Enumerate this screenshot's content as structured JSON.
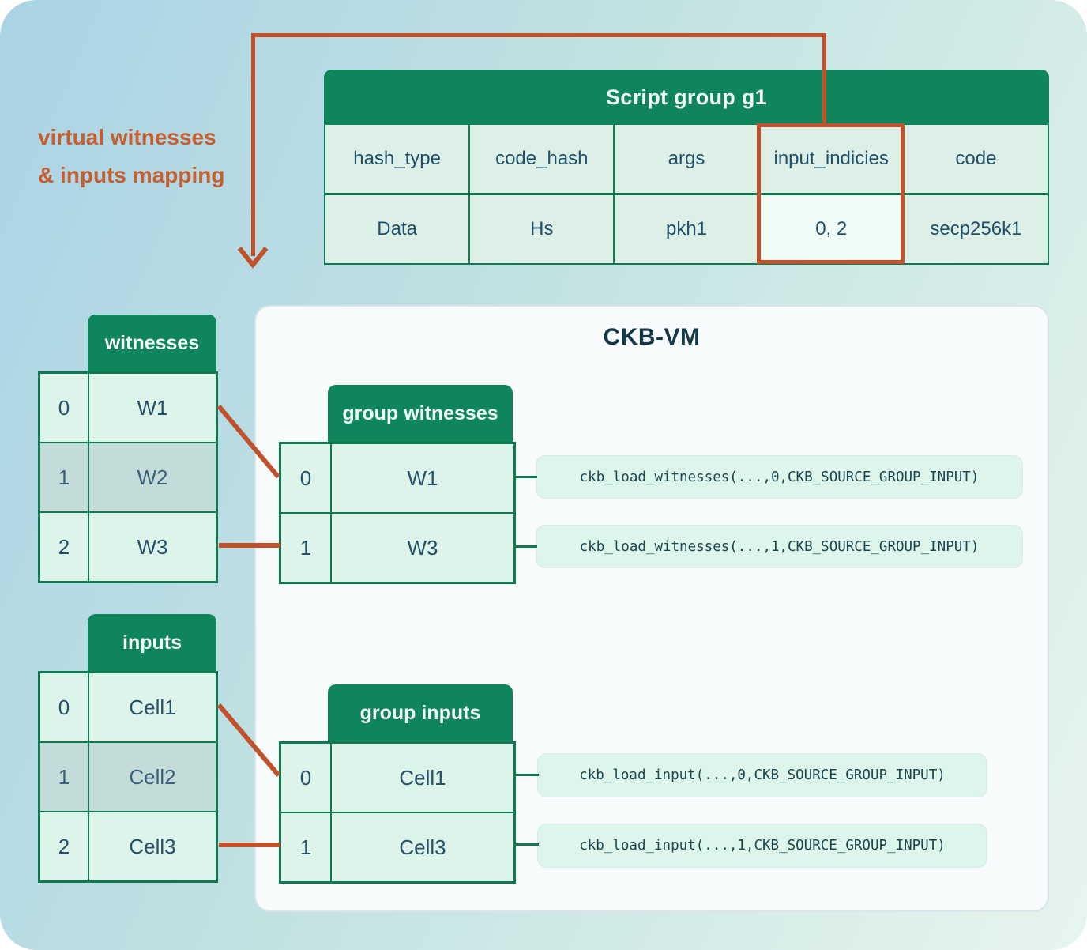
{
  "annotation": {
    "line1": "virtual witnesses",
    "line2": "& inputs mapping"
  },
  "script_group": {
    "title": "Script group g1",
    "columns": [
      "hash_type",
      "code_hash",
      "args",
      "input_indicies",
      "code"
    ],
    "values": [
      "Data",
      "Hs",
      "pkh1",
      "0, 2",
      "secp256k1"
    ],
    "highlighted_column": "input_indicies"
  },
  "witnesses": {
    "title": "witnesses",
    "rows": [
      {
        "i": "0",
        "v": "W1"
      },
      {
        "i": "1",
        "v": "W2"
      },
      {
        "i": "2",
        "v": "W3"
      }
    ]
  },
  "inputs": {
    "title": "inputs",
    "rows": [
      {
        "i": "0",
        "v": "Cell1"
      },
      {
        "i": "1",
        "v": "Cell2"
      },
      {
        "i": "2",
        "v": "Cell3"
      }
    ]
  },
  "ckb_vm": {
    "title": "CKB-VM",
    "group_witnesses": {
      "title": "group witnesses",
      "rows": [
        {
          "i": "0",
          "v": "W1"
        },
        {
          "i": "1",
          "v": "W3"
        }
      ],
      "calls": [
        "ckb_load_witnesses(...,0,CKB_SOURCE_GROUP_INPUT)",
        "ckb_load_witnesses(...,1,CKB_SOURCE_GROUP_INPUT)"
      ]
    },
    "group_inputs": {
      "title": "group inputs",
      "rows": [
        {
          "i": "0",
          "v": "Cell1"
        },
        {
          "i": "1",
          "v": "Cell3"
        }
      ],
      "calls": [
        "ckb_load_input(...,0,CKB_SOURCE_GROUP_INPUT)",
        "ckb_load_input(...,1,CKB_SOURCE_GROUP_INPUT)"
      ]
    }
  },
  "colors": {
    "accent_orange": "#c0512b",
    "annotation_orange": "#c65e30",
    "header_green": "#0f855c",
    "border_green": "#0f7a52",
    "cell_mint": "#ddf4ea",
    "muted_cell": "#c3dcd9",
    "highlight_cell": "#f0fcf6",
    "vm_box_bg": "#f7fbfb",
    "text_dark": "#123848"
  }
}
